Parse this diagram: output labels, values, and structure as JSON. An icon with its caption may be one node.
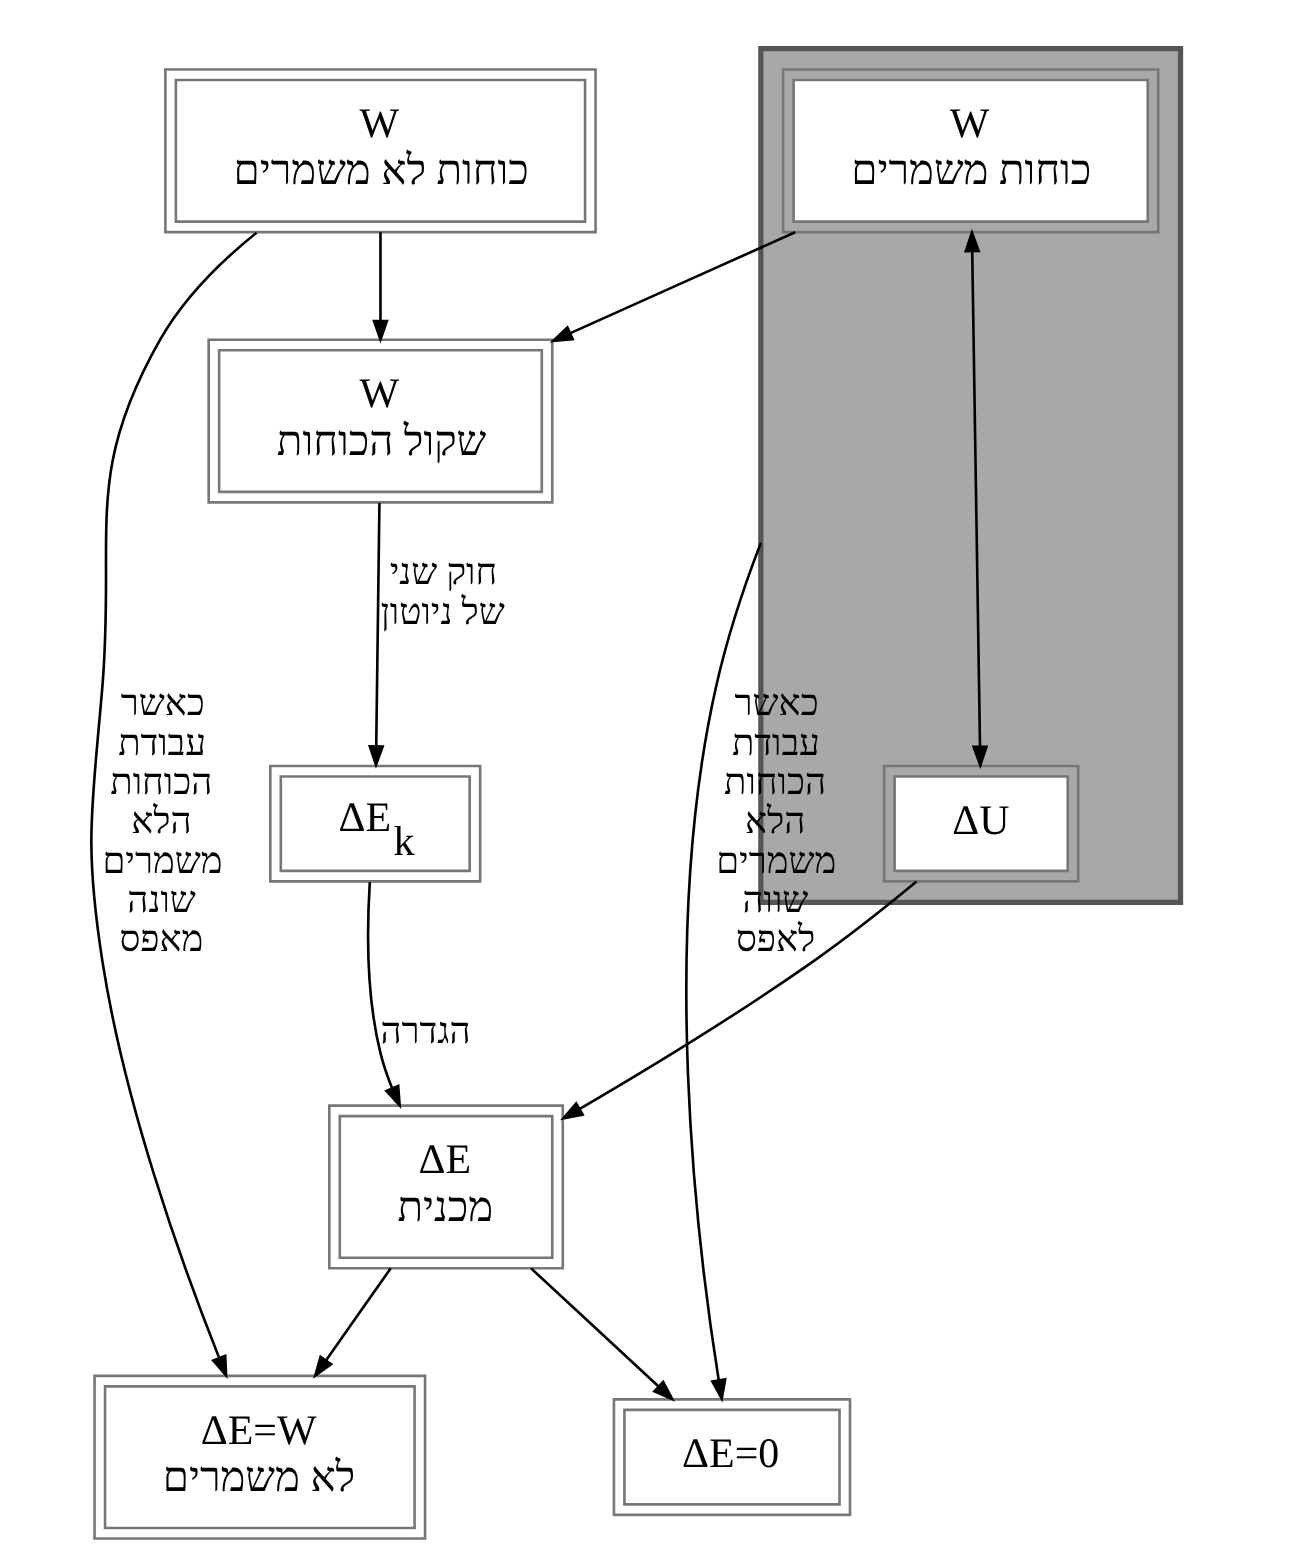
{
  "diagram": {
    "nodes": [
      {
        "text": [
          "W",
          "כוחות לא משמרים"
        ]
      },
      {
        "text": [],
        "shape": "box"
      },
      {
        "text": [
          "W",
          "כוחות משמרים"
        ],
        "in": 1
      },
      {
        "text": [
          "W",
          "שקול הכוחות"
        ]
      },
      {
        "text": [
          "ΔE$_{k}$"
        ]
      },
      {
        "text": [
          "ΔU"
        ],
        "in": 1
      },
      {
        "text": [
          "ΔE",
          "מכנית"
        ]
      },
      {
        "text": [
          "ΔE=W",
          "לא משמרים"
        ]
      },
      {
        "text": [
          "ΔE=0"
        ]
      }
    ],
    "edges": [
      {
        "from": 0,
        "to": 3,
        "arrow": "to"
      },
      {
        "from": 2,
        "to": 3,
        "arrow": "to"
      },
      {
        "from": 2,
        "to": 5,
        "arrow": "both"
      },
      {
        "from": 3,
        "to": 4,
        "arrow": "to",
        "label": "חוק שני של ניוטון"
      },
      {
        "from": 4,
        "to": 6,
        "arrow": "to",
        "label": "הגדרה"
      },
      {
        "from": 5,
        "to": 6,
        "arrow": "to"
      },
      {
        "from": 6,
        "to": 7,
        "arrow": "to"
      },
      {
        "from": 6,
        "to": 8,
        "arrow": "to"
      },
      {
        "from": 0,
        "to": 7,
        "arrow": "to",
        "label": "כאשר עבודת הכוחות הלא משמרים שונה מאפס"
      },
      {
        "from": 1,
        "to": 8,
        "arrow": "to",
        "label": "כאשר עבודת הכוחות הלא משמרים שווה לאפס"
      }
    ]
  }
}
